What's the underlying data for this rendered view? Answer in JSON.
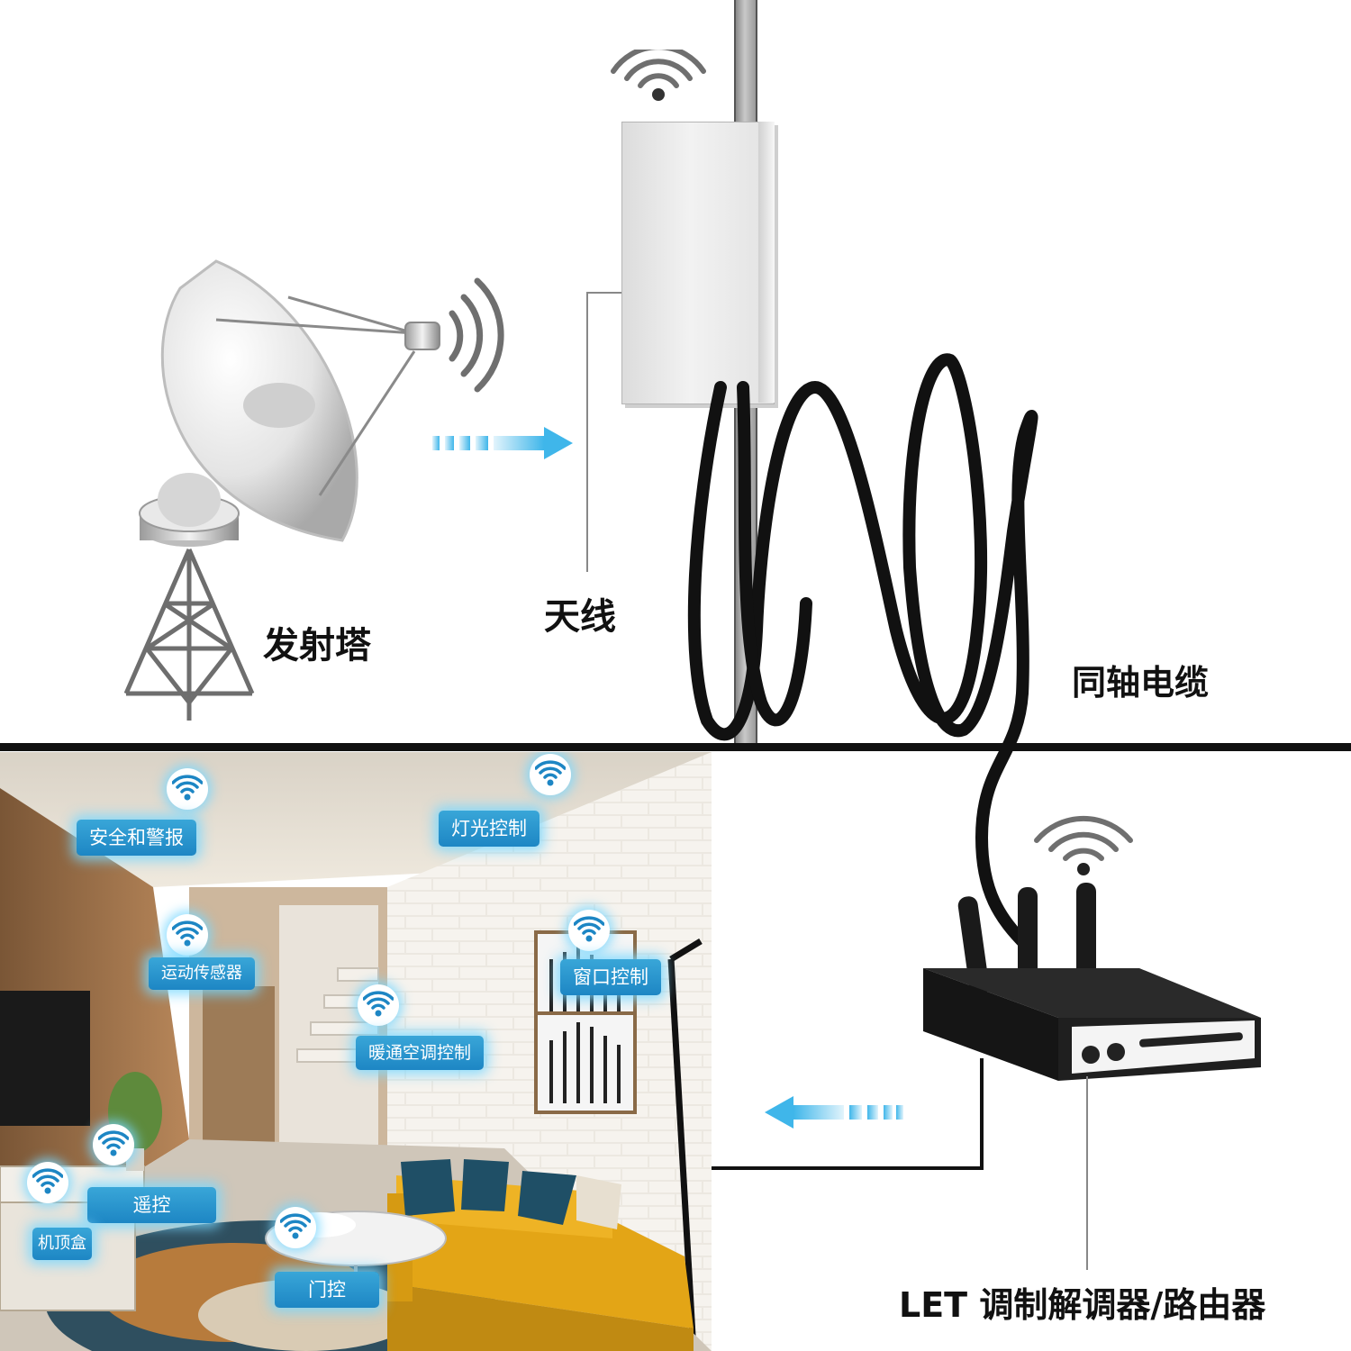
{
  "labels": {
    "tower": "发射塔",
    "antenna": "天线",
    "cable": "同轴电缆",
    "router": "LET 调制解调器/路由器"
  },
  "smart_home_tags": {
    "security": "安全和警报",
    "lighting": "灯光控制",
    "motion": "运动传感器",
    "window": "窗口控制",
    "hvac": "暖通空调控制",
    "remote": "遥控",
    "settop": "机顶盒",
    "door": "门控"
  },
  "colors": {
    "tag_blue": "#1d86c4",
    "glow_cyan": "#78d7ff",
    "arrow_cyan": "#3fb6ea",
    "cable_black": "#111111",
    "divider": "#111111"
  },
  "icons": [
    "wifi-icon",
    "arrow-right-icon",
    "arrow-left-icon",
    "satellite-dish-icon",
    "panel-antenna-icon",
    "router-icon",
    "coax-cable-icon"
  ]
}
